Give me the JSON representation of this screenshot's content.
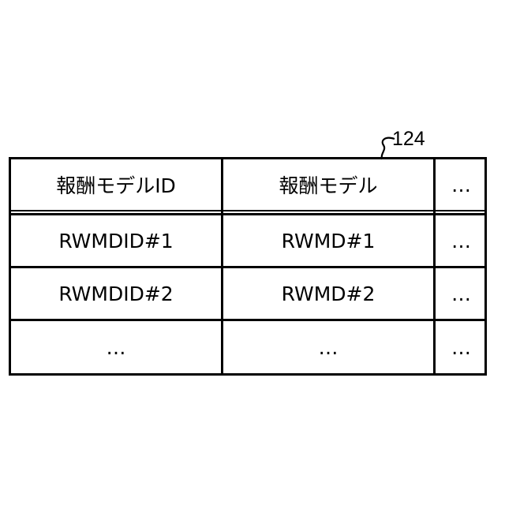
{
  "reference_number": "124",
  "table": {
    "header": [
      "報酬モデルID",
      "報酬モデル",
      "…"
    ],
    "rows": [
      [
        "RWMDID#1",
        "RWMD#1",
        "…"
      ],
      [
        "RWMDID#2",
        "RWMD#2",
        "…"
      ],
      [
        "…",
        "…",
        "…"
      ]
    ]
  }
}
